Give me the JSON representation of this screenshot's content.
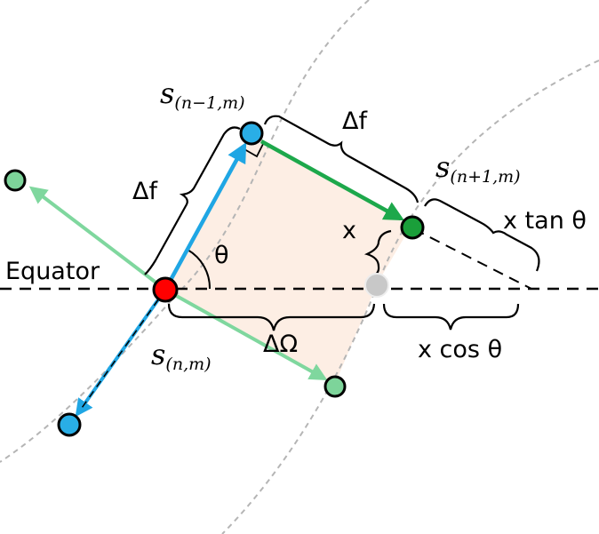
{
  "labels": {
    "equator": "Equator",
    "theta": "θ",
    "delta_f_left": "Δf",
    "delta_f_top": "Δf",
    "delta_omega": "ΔΩ",
    "x": "x",
    "x_tan": "x tan θ",
    "x_cos": "x cos θ",
    "s_prev": {
      "base": "s",
      "sub": "(n−1,m)"
    },
    "s_next": {
      "base": "s",
      "sub": "(n+1,m)"
    },
    "s_curr": {
      "base": "s",
      "sub": "(n,m)"
    }
  },
  "colors": {
    "red_node": "#ff0000",
    "blue_node": "#29aee6",
    "dark_green_node": "#1a9f3a",
    "light_green_node": "#7dd49a",
    "gray_node": "#c8c8c8",
    "blue_arrow": "#1fa6e4",
    "green_arrow": "#1da84b",
    "light_green_arrow": "#7fd79e",
    "shaded_region": "#fdeee4",
    "dashed_curve": "#b5b5b5"
  }
}
